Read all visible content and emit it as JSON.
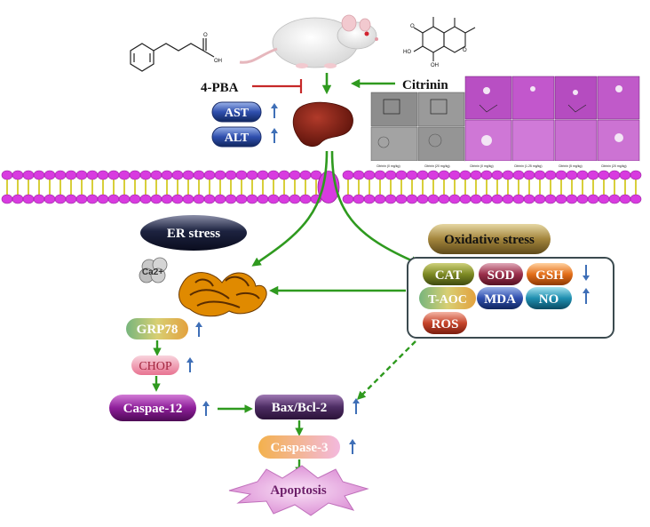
{
  "colors": {
    "arrow_green": "#2f9a1f",
    "inhibit_red": "#c62828",
    "up_down_arrow": "#3f6fb7",
    "membrane_head": "#d83be0",
    "membrane_tail": "#d8cf3a",
    "liver": "#7a1d12",
    "er": "#e08a00",
    "apoptosis_star": "#e7a6e0"
  },
  "inhibitor": {
    "label": "4-PBA"
  },
  "toxin": {
    "label": "Citrinin"
  },
  "molecule_labels": {
    "oh": "OH",
    "ho": "HO",
    "o": "O"
  },
  "liver_markers": [
    {
      "label": "AST",
      "trend": "up"
    },
    {
      "label": "ALT",
      "trend": "up"
    }
  ],
  "micrograph_captions": [
    "Citrinin (0 mg/kg)",
    "Citrinin (20 mg/kg)",
    "Citrinin (0 mg/kg)",
    "Citrinin (1.25 mg/kg)",
    "Citrinin (5 mg/kg)",
    "Citrinin (20 mg/kg)"
  ],
  "pathways": {
    "er_stress": "ER stress",
    "oxidative_stress": "Oxidative stress"
  },
  "calcium_label": "Ca2+",
  "oxidative_markers_down": [
    "CAT",
    "SOD",
    "GSH"
  ],
  "oxidative_markers_up": [
    "T-AOC",
    "MDA",
    "NO",
    "ROS"
  ],
  "er_chain": [
    {
      "label": "GRP78",
      "trend": "up"
    },
    {
      "label": "CHOP",
      "trend": "up"
    },
    {
      "label": "Caspae-12",
      "trend": "up"
    }
  ],
  "apoptosis_chain": [
    {
      "label": "Bax/Bcl-2",
      "trend": "up"
    },
    {
      "label": "Caspase-3",
      "trend": "up"
    }
  ],
  "outcome": "Apoptosis"
}
